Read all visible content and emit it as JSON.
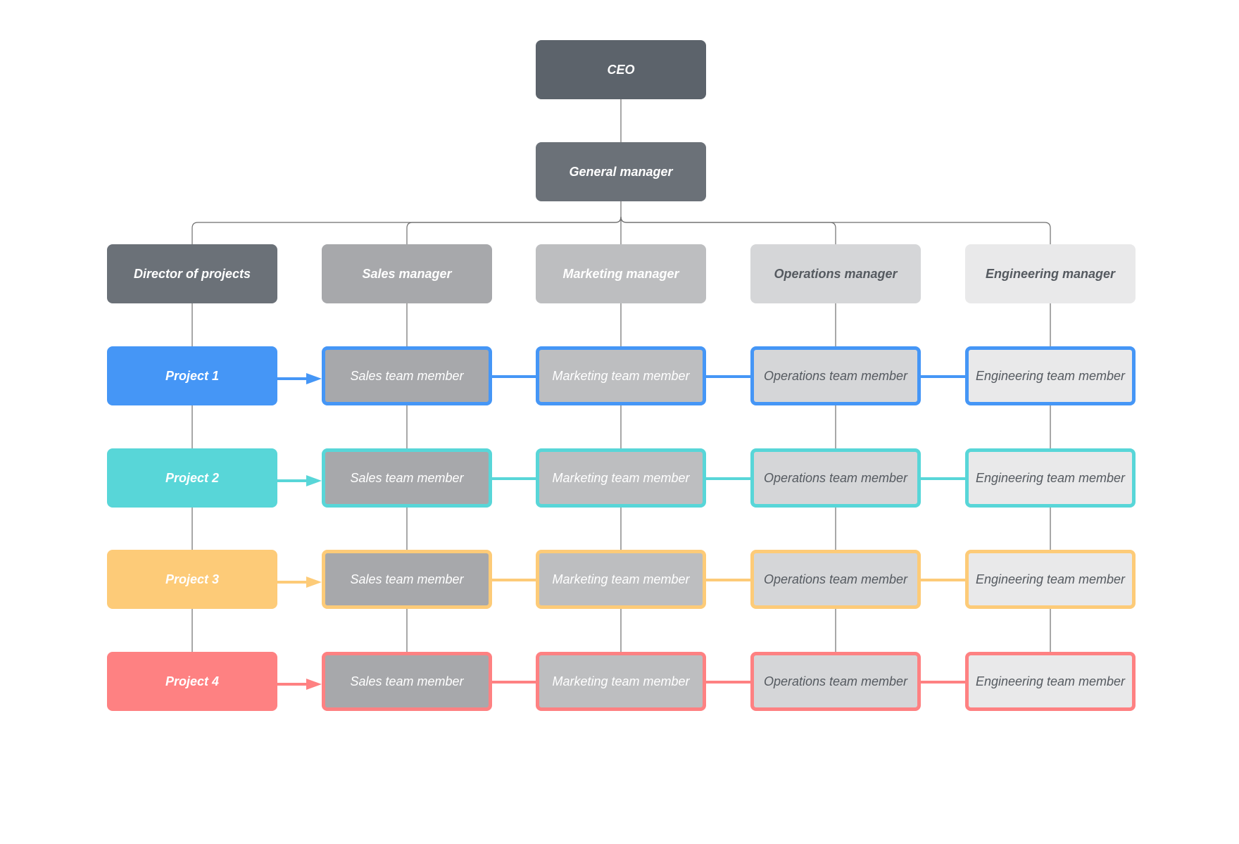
{
  "top": {
    "ceo": {
      "label": "CEO",
      "fill": "#5c636b",
      "text_color": "#ffffff"
    },
    "gm": {
      "label": "General manager",
      "fill": "#6b7178",
      "text_color": "#ffffff"
    }
  },
  "managers": [
    {
      "id": "director",
      "label": "Director of projects",
      "fill": "#6b7178",
      "text_color": "#ffffff"
    },
    {
      "id": "sales",
      "label": "Sales manager",
      "fill": "#a7a8ab",
      "text_color": "#ffffff"
    },
    {
      "id": "marketing",
      "label": "Marketing manager",
      "fill": "#bdbec0",
      "text_color": "#ffffff"
    },
    {
      "id": "operations",
      "label": "Operations manager",
      "fill": "#d5d6d8",
      "text_color": "#555a60"
    },
    {
      "id": "engineering",
      "label": "Engineering manager",
      "fill": "#e9e9ea",
      "text_color": "#555a60"
    }
  ],
  "team_columns": [
    {
      "id": "sales",
      "member_label": "Sales team member",
      "fill": "#a7a8ab",
      "text_color": "#ffffff"
    },
    {
      "id": "marketing",
      "member_label": "Marketing team member",
      "fill": "#bdbec0",
      "text_color": "#ffffff"
    },
    {
      "id": "operations",
      "member_label": "Operations team member",
      "fill": "#d5d6d8",
      "text_color": "#555a60"
    },
    {
      "id": "engineering",
      "member_label": "Engineering team member",
      "fill": "#e9e9ea",
      "text_color": "#555a60"
    }
  ],
  "projects": [
    {
      "label": "Project 1",
      "color": "#4596f6"
    },
    {
      "label": "Project 2",
      "color": "#58d6d8"
    },
    {
      "label": "Project 3",
      "color": "#fdcb78"
    },
    {
      "label": "Project 4",
      "color": "#fe8182"
    }
  ],
  "connector_color": "#6e6e6e"
}
